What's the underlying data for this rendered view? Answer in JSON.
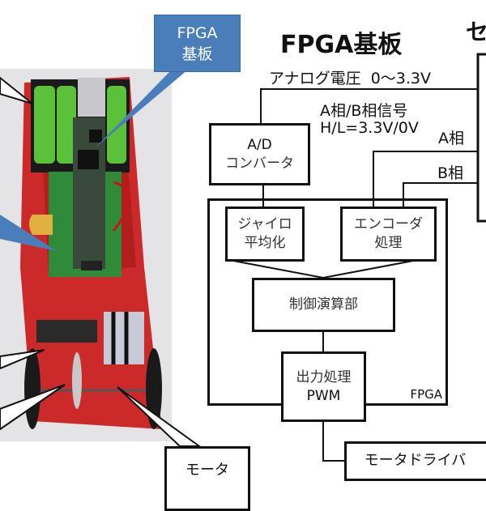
{
  "title": "FPGA基板",
  "corner_label": "セ",
  "photo_callout": {
    "line1": "FPGA",
    "line2": "基板"
  },
  "motor_callout": "モータ",
  "analog_label": "アナログ電圧  0～3.3V",
  "signal_label": {
    "line1": "A相/B相信号",
    "line2": "H/L=3.3V/0V"
  },
  "phase_a": "A相",
  "phase_b": "B相",
  "blocks": {
    "adc": {
      "line1": "A/D",
      "line2": "コンバータ"
    },
    "gyro": {
      "line1": "ジャイロ",
      "line2": "平均化"
    },
    "encoder": {
      "line1": "エンコーダ",
      "line2": "処理"
    },
    "control": "制御演算部",
    "output": {
      "line1": "出力処理",
      "line2": "PWM"
    },
    "fpga_label": "FPGA",
    "motor_driver": "モータドライバ"
  },
  "colors": {
    "callout_blue": "#4a7ebb",
    "chassis_red": "#d42a2a",
    "battery_green": "#5cc13a",
    "pcb_green": "#2f8a3a"
  }
}
